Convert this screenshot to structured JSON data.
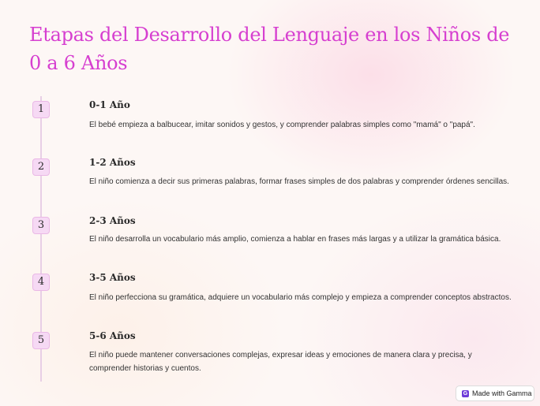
{
  "page": {
    "title": "Etapas del Desarrollo del Lenguaje en los Niños de 0 a 6 Años"
  },
  "steps": [
    {
      "number": "1",
      "title": "0-1 Año",
      "description": "El bebé empieza a balbucear, imitar sonidos y gestos, y comprender palabras simples como \"mamá\" o \"papá\"."
    },
    {
      "number": "2",
      "title": "1-2 Años",
      "description": "El niño comienza a decir sus primeras palabras, formar frases simples de dos palabras y comprender órdenes sencillas."
    },
    {
      "number": "3",
      "title": "2-3 Años",
      "description": "El niño desarrolla un vocabulario más amplio, comienza a hablar en frases más largas y a utilizar la gramática básica."
    },
    {
      "number": "4",
      "title": "3-5 Años",
      "description": "El niño perfecciona su gramática, adquiere un vocabulario más complejo y empieza a comprender conceptos abstractos."
    },
    {
      "number": "5",
      "title": "5-6 Años",
      "description": "El niño puede mantener conversaciones complejas, expresar ideas y emociones de manera clara y precisa, y comprender historias y cuentos."
    }
  ],
  "badge": {
    "label": "Made with Gamma",
    "icon": "gamma-logo-icon"
  },
  "colors": {
    "title": "#d63fd0",
    "number_box": "#f6d9f4",
    "timeline": "#e8cfe6"
  }
}
